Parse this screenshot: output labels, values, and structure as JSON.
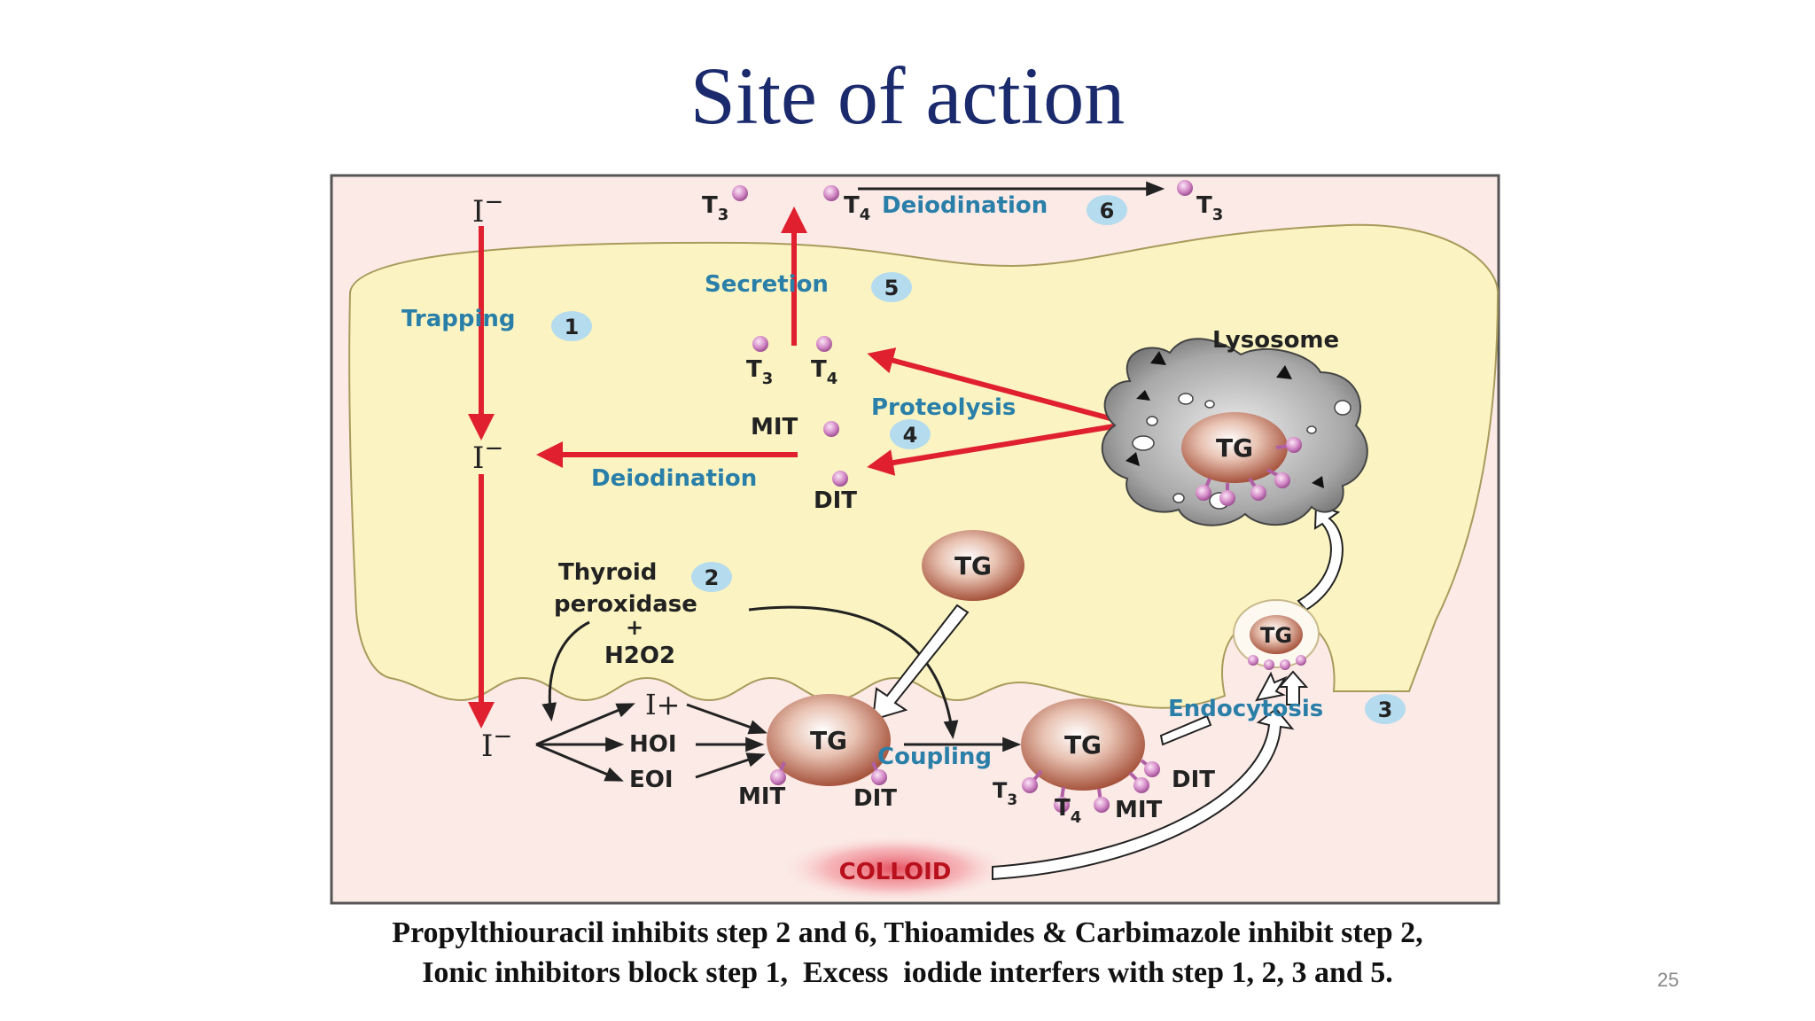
{
  "slide": {
    "title": "Site of action",
    "caption_line1": "Propylthiouracil inhibits step 2 and 6, Thioamides & Carbimazole inhibit step 2,",
    "caption_line2": "Ionic inhibitors block step 1,  Excess  iodide interfers with step 1, 2, 3 and 5.",
    "slide_number": "25"
  },
  "diagram": {
    "iodide": "I",
    "minus": "−",
    "iodonium": "I+",
    "steps": {
      "trapping": {
        "label": "Trapping",
        "num": "1"
      },
      "peroxidase": {
        "label1": "Thyroid",
        "label2": "peroxidase",
        "num": "2",
        "plus": "+",
        "h2o2": "H2O2"
      },
      "endocytosis": {
        "label": "Endocytosis",
        "num": "3"
      },
      "proteolysis": {
        "label": "Proteolysis",
        "num": "4"
      },
      "secretion": {
        "label": "Secretion",
        "num": "5"
      },
      "deiodination_top": {
        "label": "Deiodination",
        "num": "6"
      }
    },
    "labels": {
      "deiodination": "Deiodination",
      "lysosome": "Lysosome",
      "coupling": "Coupling",
      "colloid": "COLLOID",
      "tg": "TG",
      "mit": "MIT",
      "dit": "DIT",
      "hoi": "HOI",
      "eoi": "EOI",
      "t": "T",
      "sub3": "3",
      "sub4": "4"
    },
    "colors": {
      "panel_bg": "#fbeae6",
      "cell": "#fbf4c2",
      "red_arrow": "#e0202e",
      "blue_text": "#2a7fa9",
      "badge": "#b5dbee",
      "lysosome": "#8a8a8a",
      "tg_ball": "#c98a75",
      "pink_ball": "#c46ab3"
    }
  }
}
